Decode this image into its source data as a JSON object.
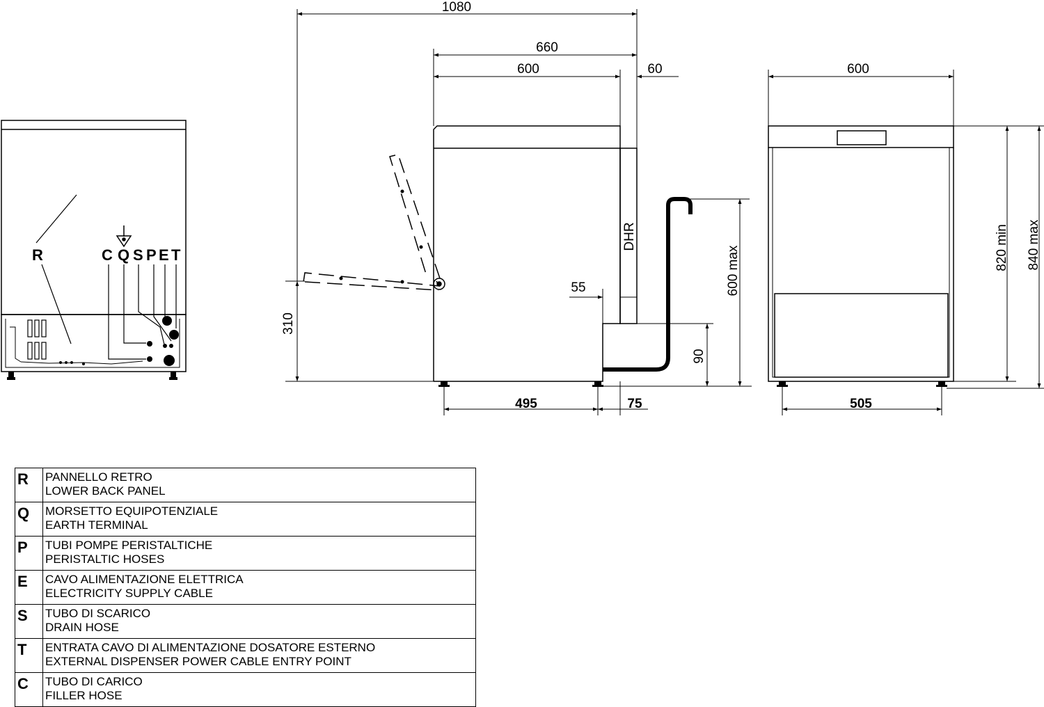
{
  "dimensions": {
    "total_depth": "1080",
    "depth_with_gap": "660",
    "depth": "600",
    "wall_gap": "60",
    "width": "600",
    "drain_height_max": "600 max",
    "height_min": "820 min",
    "height_max": "840 max",
    "door_height": "310",
    "drain_offset": "55",
    "drain_base_height": "90",
    "feet_depth": "495",
    "rear_offset": "75",
    "feet_width": "505",
    "drain_hose_label": "DHR"
  },
  "back_view_labels": {
    "R": "R",
    "C": "C",
    "Q": "Q",
    "S": "S",
    "P": "P",
    "E": "E",
    "T": "T"
  },
  "legend": [
    {
      "code": "R",
      "it": "PANNELLO RETRO",
      "en": "LOWER BACK PANEL"
    },
    {
      "code": "Q",
      "it": "MORSETTO EQUIPOTENZIALE",
      "en": "EARTH TERMINAL"
    },
    {
      "code": "P",
      "it": "TUBI POMPE PERISTALTICHE",
      "en": "PERISTALTIC HOSES"
    },
    {
      "code": "E",
      "it": "CAVO ALIMENTAZIONE ELETTRICA",
      "en": "ELECTRICITY SUPPLY CABLE"
    },
    {
      "code": "S",
      "it": "TUBO DI SCARICO",
      "en": "DRAIN HOSE"
    },
    {
      "code": "T",
      "it": "ENTRATA CAVO DI ALIMENTAZIONE DOSATORE ESTERNO",
      "en": "EXTERNAL DISPENSER POWER CABLE ENTRY POINT"
    },
    {
      "code": "C",
      "it": "TUBO DI CARICO",
      "en": "FILLER HOSE"
    }
  ]
}
